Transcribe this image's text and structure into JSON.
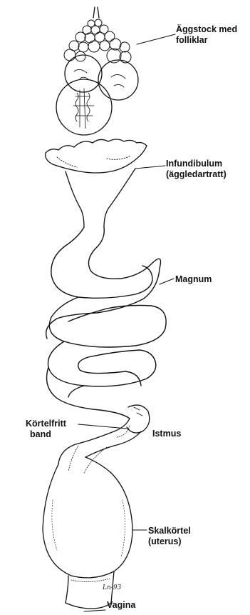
{
  "labels": {
    "ovary": [
      "Äggstock med",
      "folliklar"
    ],
    "infundibulum": [
      "Infundibulum",
      "(äggledartratt)"
    ],
    "magnum": [
      "Magnum"
    ],
    "gland_free_band": [
      "Körtelfritt",
      "band"
    ],
    "isthmus": [
      "Istmus"
    ],
    "shell_gland": [
      "Skalkörtel",
      "(uterus)"
    ],
    "vagina": [
      "Vagina"
    ]
  },
  "signature": "Ln-93",
  "colors": {
    "ink": "#111111",
    "background": "#ffffff"
  }
}
